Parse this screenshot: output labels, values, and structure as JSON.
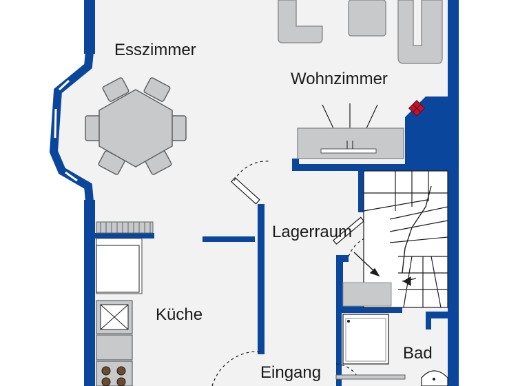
{
  "colors": {
    "wall": "#0a469b",
    "floor": "#f2f2f2",
    "furniture": "#c7c9cb",
    "furniture_stroke": "#8e9092",
    "line": "#1c1c1c",
    "fireplace": "#c0122d",
    "background": "#ffffff"
  },
  "rooms": {
    "esszimmer": "Esszimmer",
    "wohnzimmer": "Wohnzimmer",
    "lagerraum": "Lagerraum",
    "kueche": "Küche",
    "bad": "Bad",
    "eingang": "Eingang"
  },
  "icons": {
    "dining": "dining-table-icon",
    "sofa": "sofa-icon",
    "fireplace": "fireplace-icon",
    "stairs": "staircase-icon",
    "stove": "stove-icon",
    "sink": "sink-icon",
    "shower": "shower-icon",
    "tv": "tv-unit-icon"
  }
}
